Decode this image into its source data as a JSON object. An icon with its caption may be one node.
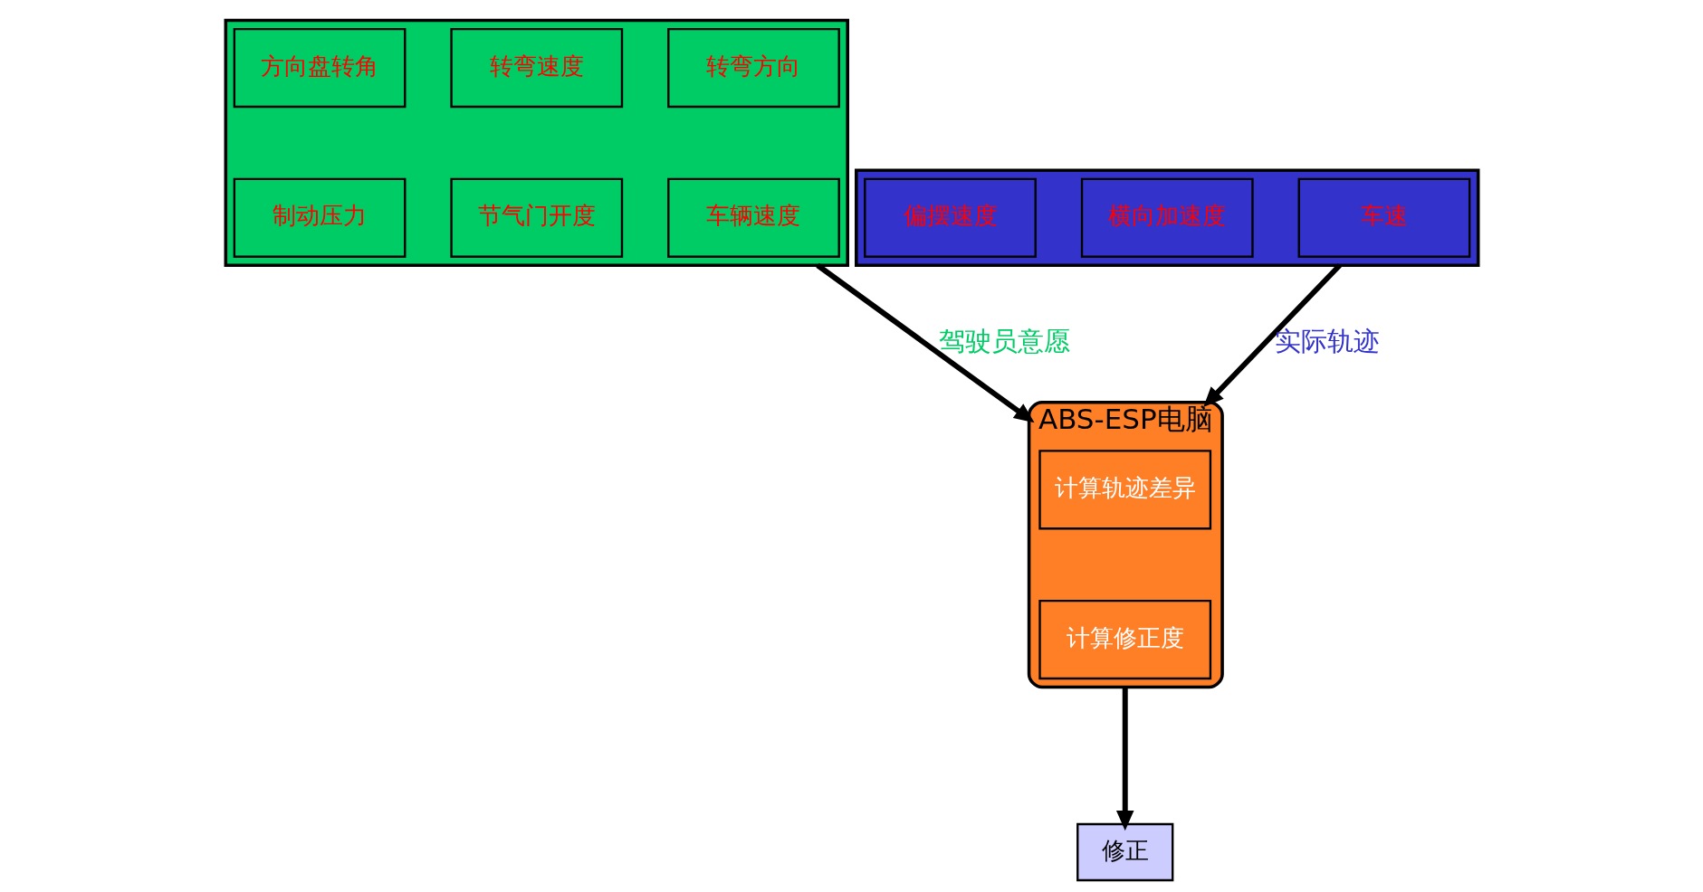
{
  "diagram": {
    "nodes": [
      {
        "text": [],
        "shape": "box"
      },
      {
        "text": [
          "方向盘转角"
        ],
        "in": 0
      },
      {
        "text": [
          "转弯速度"
        ],
        "in": 0
      },
      {
        "text": [
          "转弯方向"
        ],
        "in": 0
      },
      {
        "text": [
          "制动压力"
        ],
        "in": 0
      },
      {
        "text": [
          "节气门开度"
        ],
        "in": 0
      },
      {
        "text": [
          "车辆速度"
        ],
        "in": 0
      },
      {
        "text": [],
        "shape": "box"
      },
      {
        "text": [
          "偏摆速度"
        ],
        "in": 7
      },
      {
        "text": [
          "横向加速度"
        ],
        "in": 7
      },
      {
        "text": [
          "车速"
        ],
        "in": 7
      },
      {
        "text": [
          "ABS-ESP电脑"
        ]
      },
      {
        "text": [
          "计算轨迹差异"
        ],
        "in": 11
      },
      {
        "text": [
          "计算修正度"
        ],
        "in": 11
      },
      {
        "text": [
          "修正"
        ]
      }
    ],
    "edges": [
      {
        "from": 0,
        "to": 11,
        "arrow": "to",
        "label": "驾驶员意愿"
      },
      {
        "from": 7,
        "to": 11,
        "arrow": "to",
        "label": "实际轨迹"
      },
      {
        "from": 11,
        "to": 14,
        "arrow": "to"
      }
    ]
  }
}
